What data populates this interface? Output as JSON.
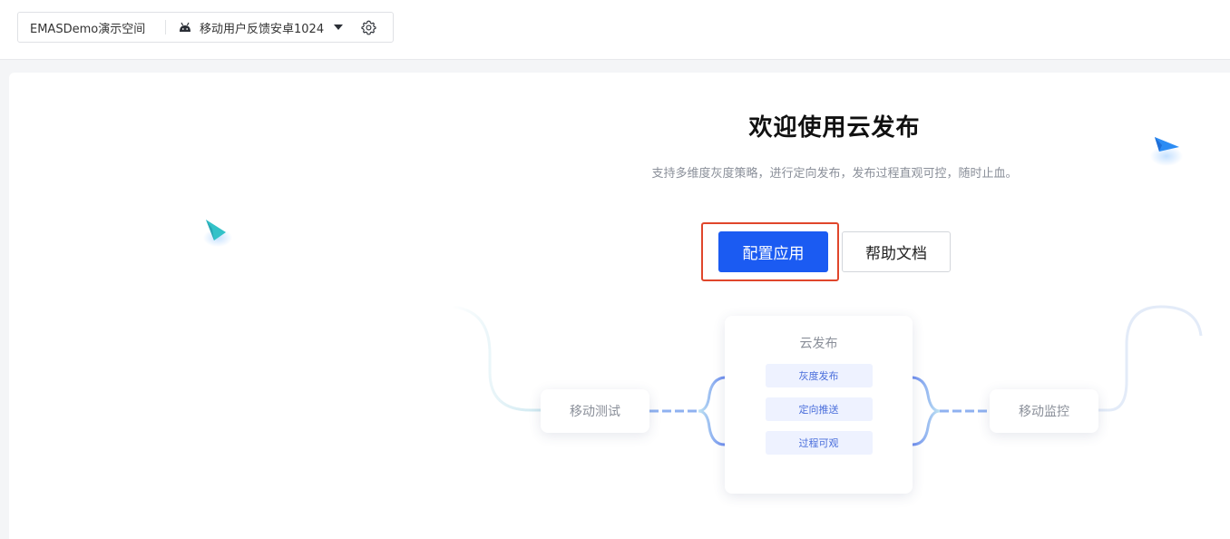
{
  "topbar": {
    "workspace": "EMASDemo演示空间",
    "app_name": "移动用户反馈安卓1024",
    "icons": {
      "platform": "android-icon",
      "dropdown": "caret-down-icon",
      "settings": "gear-icon"
    }
  },
  "main": {
    "title": "欢迎使用云发布",
    "subtitle": "支持多维度灰度策略，进行定向发布，发布过程直观可控，随时止血。",
    "primary_button": "配置应用",
    "secondary_button": "帮助文档"
  },
  "flow": {
    "left_node": "移动测试",
    "center_title": "云发布",
    "center_items": [
      "灰度发布",
      "定向推送",
      "过程可观"
    ],
    "right_node": "移动监控"
  },
  "colors": {
    "primary": "#1b5bf2",
    "highlight_border": "#e0462b",
    "chip_bg": "#eef2ff",
    "chip_text": "#4a6edb"
  }
}
